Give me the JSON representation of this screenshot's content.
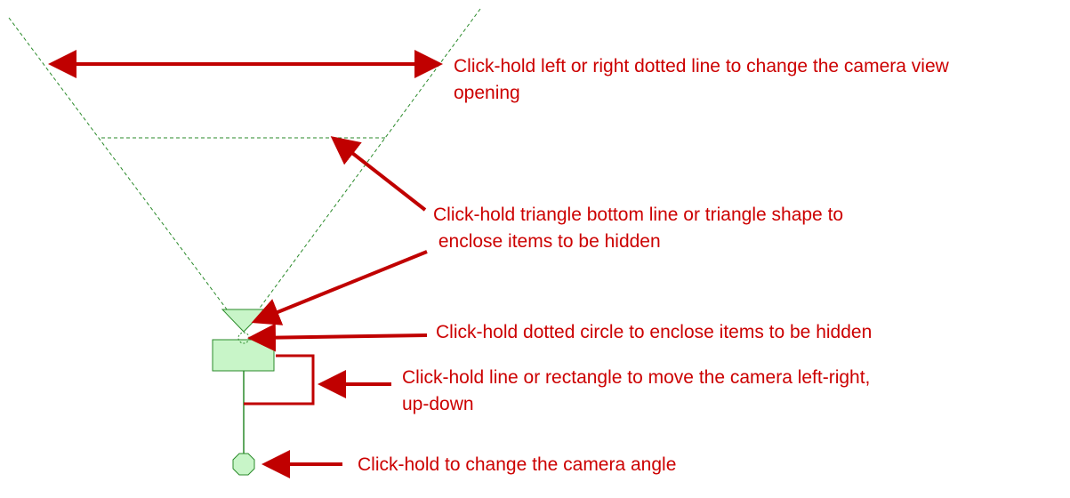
{
  "annotations": {
    "view_opening": {
      "line1": "Click-hold left or right dotted line to change the camera view",
      "line2": "opening"
    },
    "triangle": {
      "line1": "Click-hold triangle bottom line or triangle shape to",
      "line2": " enclose items to be hidden"
    },
    "circle": {
      "line1": "Click-hold dotted circle to enclose items to be hidden"
    },
    "move": {
      "line1": "Click-hold line or rectangle to move the camera left-right,",
      "line2": "up-down"
    },
    "angle": {
      "line1": "Click-hold to change the camera angle"
    }
  },
  "colors": {
    "annotation_red": "#cc0000",
    "camera_green": "#2a8a2a",
    "camera_fill": "#c8f5c8"
  }
}
